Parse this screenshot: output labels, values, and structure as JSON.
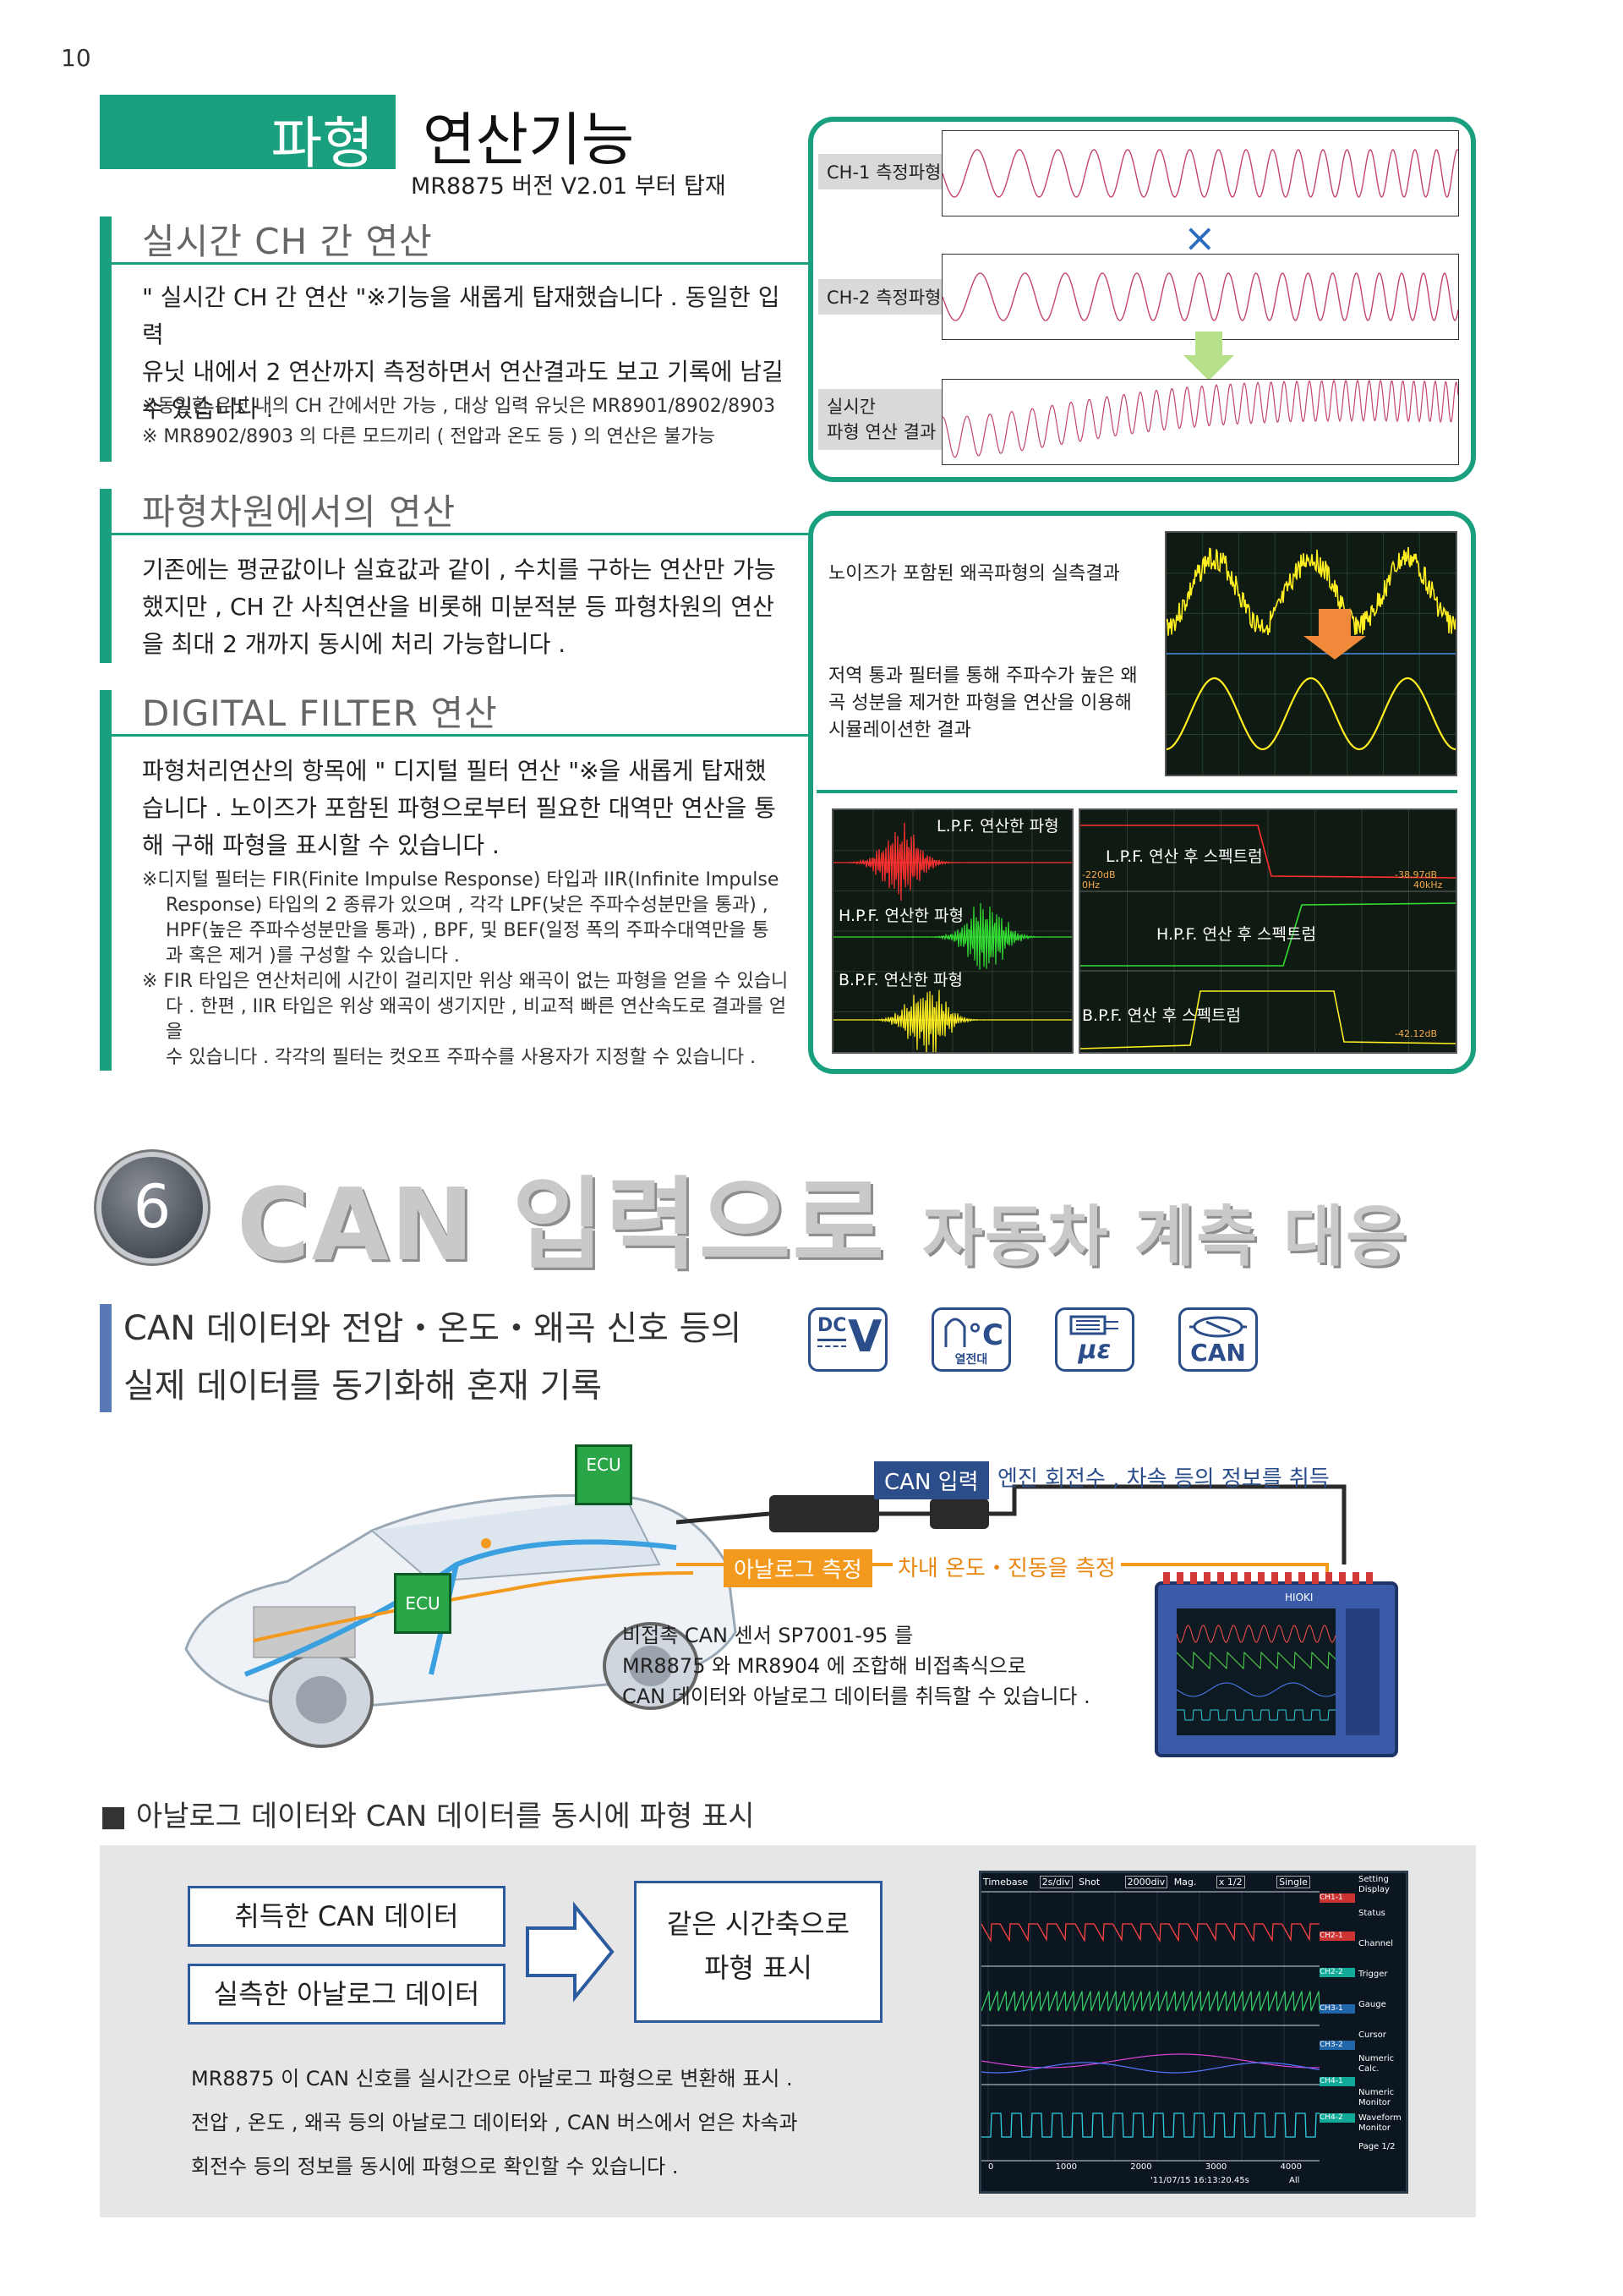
{
  "page_number": "10",
  "title": {
    "highlight": "파형",
    "rest": "연산기능",
    "subtitle": "MR8875 버전 V2.01 부터 탑재"
  },
  "sec1": {
    "heading": "실시간 CH 간 연산",
    "body": [
      "\" 실시간 CH 간 연산 \"※기능을 새롭게 탑재했습니다 . 동일한 입력",
      "유닛 내에서 2 연산까지 측정하면서 연산결과도 보고 기록에 남길",
      "수 있습니다 ."
    ],
    "notes": [
      "※동일한 유닛 내의 CH 간에서만 가능 , 대상 입력 유닛은 MR8901/8902/8903",
      "※ MR8902/8903 의 다른 모드끼리 ( 전압과 온도 등 ) 의 연산은 불가능"
    ]
  },
  "sec2": {
    "heading": "파형차원에서의 연산",
    "body": [
      "기존에는 평균값이나 실효값과 같이 , 수치를 구하는 연산만 가능",
      "했지만 , CH 간 사칙연산을 비롯해 미분적분 등 파형차원의 연산",
      "을 최대 2 개까지 동시에 처리 가능합니다 ."
    ]
  },
  "sec3": {
    "heading": "DIGITAL FILTER 연산",
    "body": [
      "파형처리연산의 항목에 \" 디지털 필터 연산 \"※을 새롭게 탑재했",
      "습니다 . 노이즈가 포함된 파형으로부터 필요한 대역만 연산을 통",
      "해 구해 파형을 표시할 수 있습니다 ."
    ],
    "notes": [
      "※디지털 필터는 FIR(Finite Impulse Response) 타입과 IIR(Infinite Impulse",
      "Response) 타입의 2 종류가 있으며 , 각각 LPF(낮은 주파수성분만을 통과) ,",
      "HPF(높은 주파수성분만을 통과) , BPF, 및 BEF(일정 폭의 주파수대역만을 통",
      "과 혹은 제거 )를 구성할 수 있습니다 .",
      "※ FIR 타입은 연산처리에 시간이 걸리지만 위상 왜곡이 없는 파형을 얻을 수 있습니",
      "다 . 한편 , IIR 타입은 위상 왜곡이 생기지만 , 비교적 빠른 연산속도로 결과를 얻을",
      "수 있습니다 . 각각의 필터는 컷오프 주파수를 사용자가 지정할 수 있습니다 ."
    ]
  },
  "panel1": {
    "ch1": "CH-1 측정파형",
    "ch2": "CH-2 측정파형",
    "result_line1": "실시간",
    "result_line2": "파형 연산 결과",
    "times": "×"
  },
  "panel2": {
    "noise_caption": "노이즈가 포함된 왜곡파형의 실측결과",
    "filter_caption": [
      "저역 통과 필터를 통해 주파수가 높은 왜",
      "곡 성분을 제거한 파형을 연산을 이용해",
      "시뮬레이션한 결과"
    ],
    "osc_labels": [
      "L.P.F. 연산한 파형",
      "H.P.F. 연산한 파형",
      "B.P.F. 연산한 파형"
    ],
    "spec_labels": [
      "L.P.F. 연산 후 스펙트럼",
      "H.P.F. 연산 후 스펙트럼",
      "B.P.F. 연산 후 스펙트럼"
    ],
    "spec_small": [
      "-220dB",
      "0Hz",
      "-38.97dB",
      "40kHz",
      "-42.12dB"
    ]
  },
  "sec6": {
    "number": "6",
    "title_big": "CAN 입력으로",
    "title_small": "자동차 계측 대응",
    "sub1": "CAN 데이터와 전압・온도・왜곡 신호 등의",
    "sub2": "실제 데이터를 동기화해 혼재 기록",
    "icons": {
      "dcv_top": "DC",
      "dcv_v": "V",
      "thermo": "°C",
      "thermo_label": "열전대",
      "strain": "με",
      "can": "CAN"
    },
    "ecu": "ECU",
    "can_input": "CAN 입력",
    "can_note": "엔진 회전수 , 차속 등의 정보를 취득",
    "analog": "아날로그 측정",
    "analog_note": "차내 온도・진동을 측정",
    "sensor_text": [
      "비접촉 CAN 센서 SP7001-95 를",
      "MR8875 와 MR8904 에 조합해 비접촉식으로",
      "CAN 데이터와 아날로그 데이터를 취득할 수 있습니다 ."
    ],
    "device_brand": "HIOKI"
  },
  "sec7": {
    "heading": "■ 아날로그 데이터와 CAN 데이터를 동시에 파형 표시",
    "box1": "취득한 CAN 데이터",
    "box2": "실측한 아날로그 데이터",
    "box3_line1": "같은 시간축으로",
    "box3_line2": "파형 표시",
    "desc": [
      "MR8875 이 CAN 신호를 실시간으로 아날로그 파형으로 변환해 표시 .",
      "전압 , 온도 , 왜곡 등의 아날로그 데이터와 , CAN 버스에서 얻은 차속과",
      "회전수 등의 정보를 동시에 파형으로 확인할 수 있습니다 ."
    ],
    "screen": {
      "top": [
        "Timebase",
        "2s/div",
        "Shot",
        "2000div",
        "Mag.",
        "x 1/2",
        "Single"
      ],
      "menu": [
        "Setting Display",
        "Status",
        "Channel",
        "Trigger",
        "Gauge",
        "Cursor",
        "Numeric Calc.",
        "Numeric Monitor",
        "Waveform Monitor",
        "Page 1/2"
      ],
      "ch": [
        "CH1-1",
        "CH2-1",
        "CH2-2",
        "CH3-1",
        "CH3-2",
        "CH4-1",
        "CH4-2"
      ],
      "axis": [
        "0",
        "1000",
        "2000",
        "3000",
        "4000"
      ],
      "time": "'11/07/15 16:13:20.45s",
      "all": "All"
    }
  }
}
